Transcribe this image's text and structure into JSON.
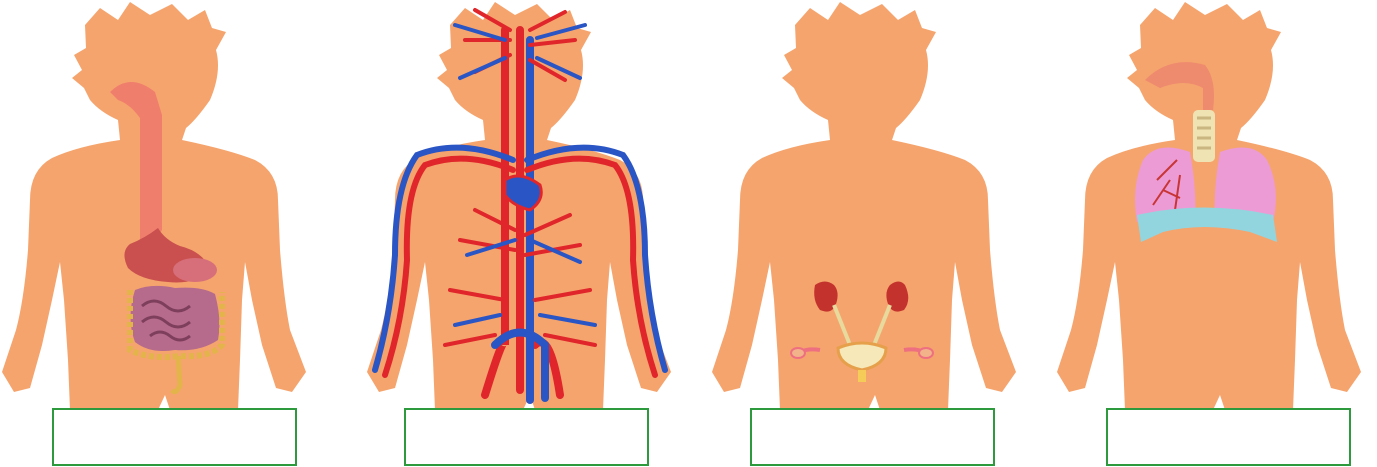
{
  "colors": {
    "skin": "#f5a46d",
    "artery": "#e0262b",
    "vein": "#2a55c4",
    "digestive_tube": "#f07e6c",
    "intestine": "#b66a8c",
    "kidney": "#c4322d",
    "lung": "#ec9bd4",
    "diaphragm": "#93d5df",
    "box_border": "#2e9a3e"
  },
  "figures": [
    {
      "name": "digestive-system-figure",
      "icon": "digestive-system-icon"
    },
    {
      "name": "circulatory-system-figure",
      "icon": "circulatory-system-icon"
    },
    {
      "name": "urinary-system-figure",
      "icon": "urinary-system-icon"
    },
    {
      "name": "respiratory-system-figure",
      "icon": "respiratory-system-icon"
    }
  ],
  "answer_boxes": [
    {
      "value": ""
    },
    {
      "value": ""
    },
    {
      "value": ""
    },
    {
      "value": ""
    }
  ]
}
